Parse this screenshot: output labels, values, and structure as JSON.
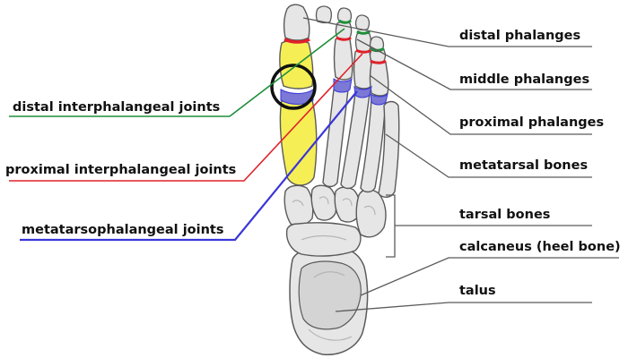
{
  "colors": {
    "bone_fill": "#e6e6e6",
    "bone_outline": "#5a5a5a",
    "bone_shade": "#b5b5b5",
    "highlight_bone": "#f5ef55",
    "distal_interphalangeal": "#1f8f3a",
    "proximal_interphalangeal": "#e0202a",
    "metatarsophalangeal": "#3a36d8",
    "joint_purple": "#7b78d6",
    "leader_line": "#5a5a5a"
  },
  "labels": {
    "left": {
      "distal_interphalangeal": "distal interphalangeal joints",
      "proximal_interphalangeal": "proximal interphalangeal joints",
      "metatarsophalangeal": "metatarsophalangeal joints"
    },
    "right": {
      "distal_phalanges": "distal phalanges",
      "middle_phalanges": "middle phalanges",
      "proximal_phalanges": "proximal phalanges",
      "metatarsal_bones": "metatarsal bones",
      "tarsal_bones": "tarsal bones",
      "calcaneus": "calcaneus (heel bone)",
      "talus": "talus"
    }
  }
}
